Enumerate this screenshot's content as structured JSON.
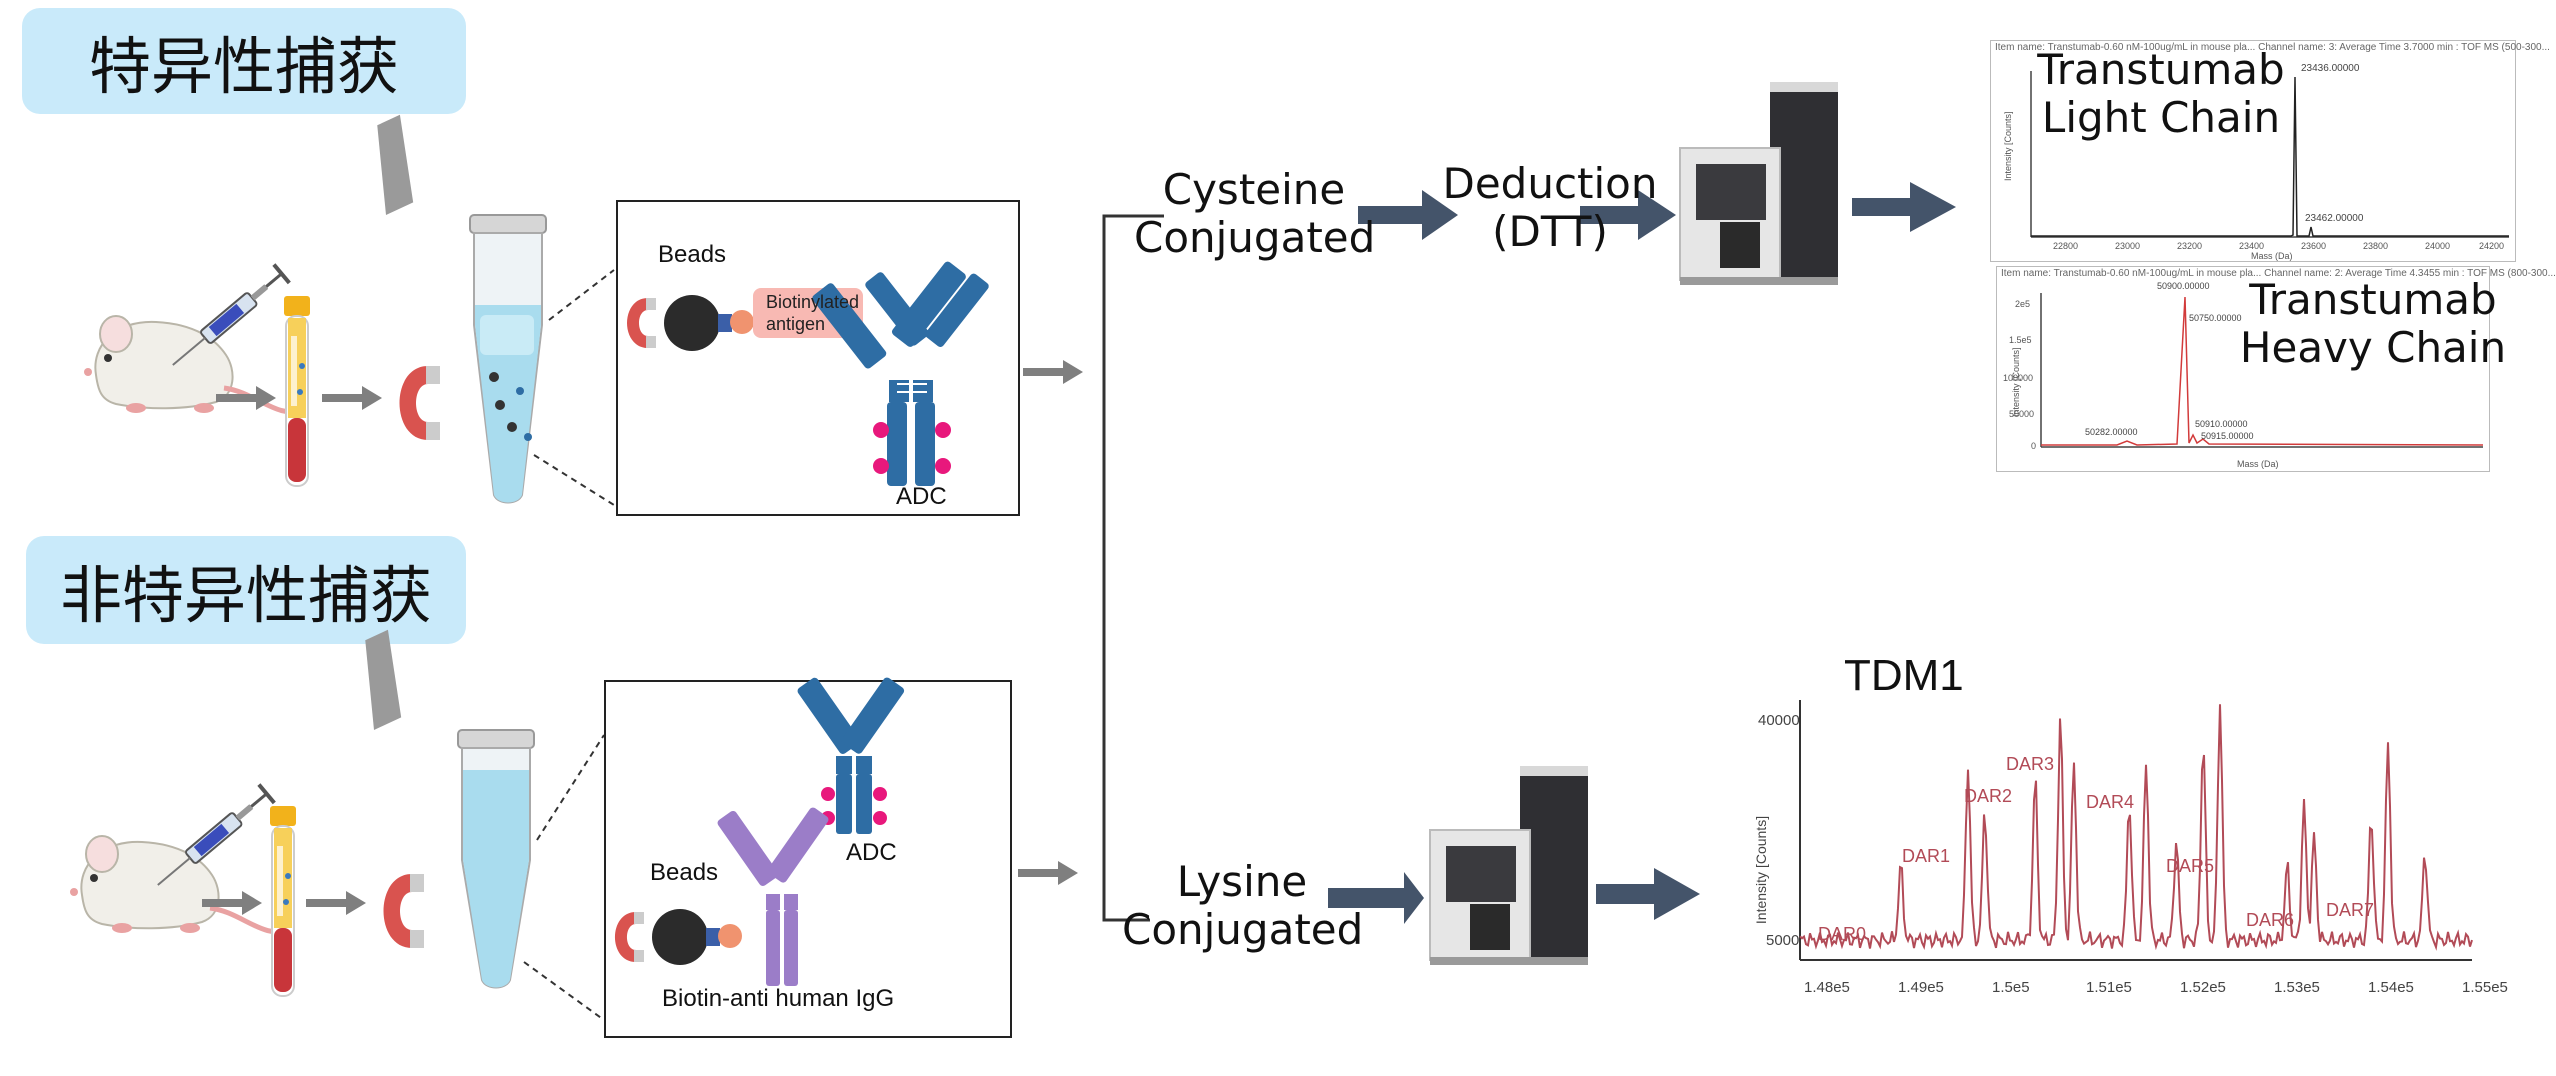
{
  "specific_title": "特异性捕获",
  "nonspecific_title": "非特异性捕获",
  "box1": {
    "beads": "Beads",
    "antigen_line1": "Biotinylated",
    "antigen_line2": "antigen",
    "adc": "ADC"
  },
  "box2": {
    "beads": "Beads",
    "adc": "ADC",
    "biotin": "Biotin-anti human IgG"
  },
  "cysteine": "Cysteine\nConjugated",
  "deduction": "Deduction\n(DTT)",
  "lysine": "Lysine\nConjugated",
  "light_chain": "Transtumab\nLight Chain",
  "heavy_chain": "Transtumab\nHeavy Chain",
  "spectrum_light": {
    "header": "Item name: Transtumab-0.60 nM-100ug/mL in mouse pla...   Channel name: 3: Average Time 3.7000 min : TOF MS (500-300...",
    "peak_label": "23436.00000",
    "minor_label": "23462.00000",
    "x_ticks": [
      "22800",
      "23000",
      "23200",
      "23400",
      "23600",
      "23800",
      "24000",
      "24200"
    ],
    "x_axis": "Mass (Da)",
    "y_axis": "Intensity [Counts]"
  },
  "spectrum_heavy": {
    "header": "Item name: Transtumab-0.60 nM-100ug/mL in mouse pla...   Channel name: 2: Average Time 4.3455 min : TOF MS (800-300...",
    "y_ticks": [
      "2e5",
      "1.5e5",
      "100000",
      "50000",
      "0"
    ],
    "peak_label": "50750.00000",
    "top_label": "50900.00000",
    "left_label": "50282.00000",
    "right_label": "50910.00000",
    "right2_label": "50915.00000",
    "x_axis": "Mass (Da)",
    "y_axis": "Intensity [Counts]"
  },
  "tdm1": {
    "title": "TDM1",
    "y_axis": "Intensity [Counts]",
    "y_ticks": [
      "40000",
      "5000"
    ],
    "x_ticks": [
      "1.48e5",
      "1.49e5",
      "1.5e5",
      "1.51e5",
      "1.52e5",
      "1.53e5",
      "1.54e5",
      "1.55e5"
    ],
    "dar_labels": [
      "DAR0",
      "DAR1",
      "DAR2",
      "DAR3",
      "DAR4",
      "DAR5",
      "DAR6",
      "DAR7"
    ]
  },
  "colors": {
    "pill": "#c9eafa",
    "arrow_dark": "#44546a",
    "arrow_gray": "#7f7f7f",
    "antibody_blue": "#2e6da4",
    "antibody_purple": "#9b7dc8",
    "payload": "#e8187c",
    "spectrum_line": "#b24b57"
  }
}
